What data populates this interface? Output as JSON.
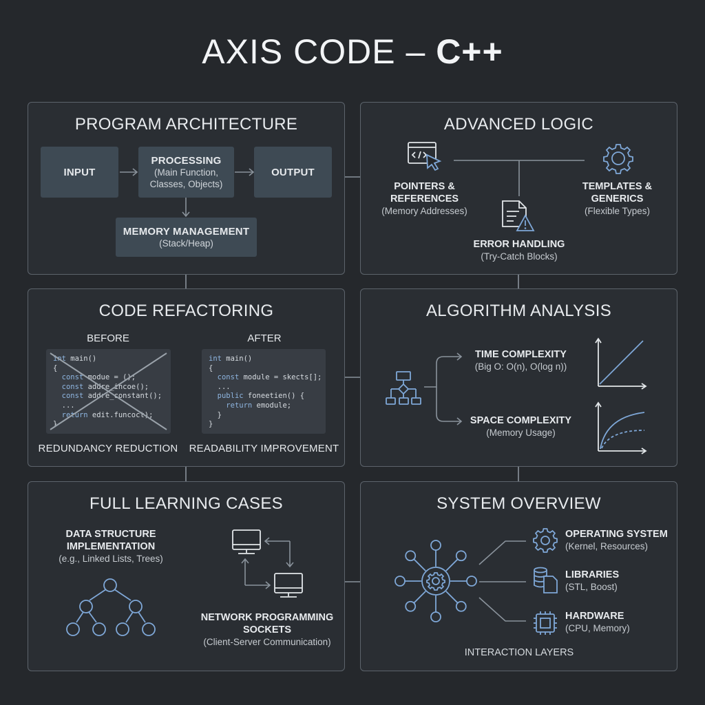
{
  "title": {
    "prefix": "AXIS CODE – ",
    "emphasis": "C++"
  },
  "architecture": {
    "title": "PROGRAM ARCHITECTURE",
    "input": "INPUT",
    "processing": {
      "label": "PROCESSING",
      "sub1": "(Main Function,",
      "sub2": "Classes, Objects)"
    },
    "output": "OUTPUT",
    "memory": {
      "label": "MEMORY MANAGEMENT",
      "sub": "(Stack/Heap)"
    }
  },
  "logic": {
    "title": "ADVANCED LOGIC",
    "pointers": {
      "l1": "POINTERS &",
      "l2": "REFERENCES",
      "sub": "(Memory Addresses)",
      "icon": "code-window-cursor-icon"
    },
    "templates": {
      "l1": "TEMPLATES &",
      "l2": "GENERICS",
      "sub": "(Flexible Types)",
      "icon": "gear-icon"
    },
    "errors": {
      "l1": "ERROR HANDLING",
      "sub": "(Try-Catch Blocks)",
      "icon": "document-warning-icon"
    }
  },
  "refactoring": {
    "title": "CODE REFACTORING",
    "before_label": "BEFORE",
    "after_label": "AFTER",
    "before_code": [
      "int main()",
      "{",
      "  const moduе = ();",
      "  const addre_incoe();",
      "  const addre_constant();",
      "  ...",
      "  return edit.funcoct);",
      "}"
    ],
    "after_code": [
      "int main()",
      "{",
      "  const module = skects[];",
      "  ...",
      "  public foneetien() {",
      "    return emodule;",
      "  }",
      "}"
    ],
    "before_caption": "REDUNDANCY REDUCTION",
    "after_caption": "READABILITY IMPROVEMENT"
  },
  "algorithm": {
    "title": "ALGORITHM ANALYSIS",
    "time": {
      "l1": "TIME COMPLEXITY",
      "sub": "(Big O: O(n), O(log n))"
    },
    "space": {
      "l1": "SPACE COMPLEXITY",
      "sub": "(Memory Usage)"
    },
    "icons": [
      "flowchart-icon",
      "linear-graph-icon",
      "log-curve-graph-icon"
    ]
  },
  "learning": {
    "title": "FULL LEARNING CASES",
    "ds": {
      "l1": "DATA STRUCTURE",
      "l2": "IMPLEMENTATION",
      "sub": "(e.g., Linked Lists, Trees)",
      "icon": "binary-tree-icon"
    },
    "net": {
      "l1": "NETWORK PROGRAMMING",
      "l2": "SOCKETS",
      "sub": "(Client-Server Communication)",
      "icon": "client-server-monitors-icon"
    }
  },
  "system": {
    "title": "SYSTEM OVERVIEW",
    "os": {
      "l1": "OPERATING SYSTEM",
      "sub": "(Kernel, Resources)",
      "icon": "gear-icon"
    },
    "libs": {
      "l1": "LIBRARIES",
      "sub": "(STL, Boost)",
      "icon": "database-files-icon"
    },
    "hw": {
      "l1": "HARDWARE",
      "sub": "(CPU, Memory)",
      "icon": "chip-icon"
    },
    "caption": "INTERACTION LAYERS",
    "hub_icon": "network-hub-gear-icon"
  },
  "colors": {
    "background": "#25282c",
    "panel_border": "#5d646c",
    "box_fill": "#3e4a54",
    "icon_blue": "#7fa8d8"
  }
}
